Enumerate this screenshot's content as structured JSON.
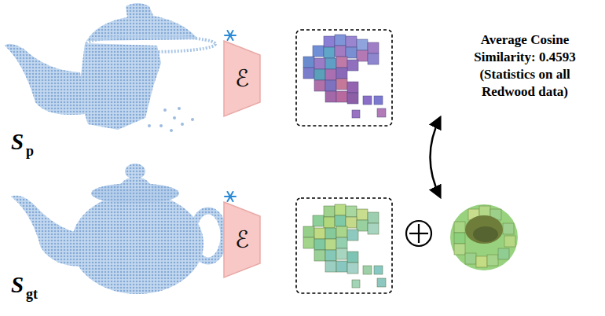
{
  "diagram": {
    "nodes": [
      {
        "text": [
          "ℰ"
        ]
      },
      {
        "text": [
          "ℰ"
        ]
      }
    ],
    "labels": [
      "S",
      "p",
      "S",
      "gt",
      "Average Cosine Similarity: 0.4593",
      "(Statistics on all Redwood data)"
    ]
  }
}
